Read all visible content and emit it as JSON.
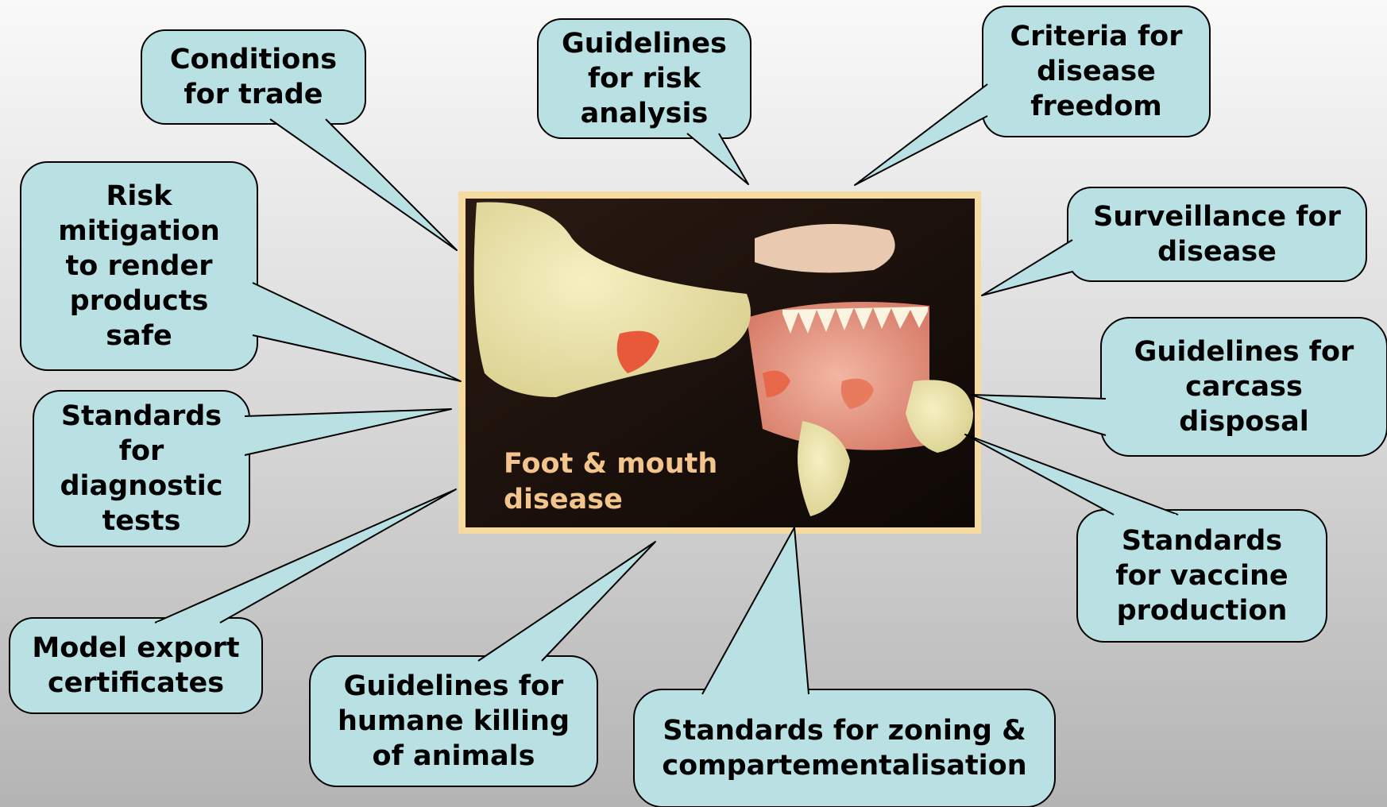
{
  "photo": {
    "caption": "Foot & mouth\ndisease",
    "frame_color": "#f5dba0"
  },
  "callout_fill": "#b9e0e2",
  "callouts": [
    {
      "id": "conditions-for-trade",
      "text": "Conditions\nfor trade"
    },
    {
      "id": "guidelines-risk-analysis",
      "text": "Guidelines\nfor risk\nanalysis"
    },
    {
      "id": "criteria-disease-freedom",
      "text": "Criteria for\ndisease\nfreedom"
    },
    {
      "id": "risk-mitigation",
      "text": "Risk\nmitigation\nto render\nproducts\nsafe"
    },
    {
      "id": "surveillance",
      "text": "Surveillance for\ndisease"
    },
    {
      "id": "carcass-disposal",
      "text": "Guidelines for\ncarcass\ndisposal"
    },
    {
      "id": "diagnostic-tests",
      "text": "Standards\nfor\ndiagnostic\ntests"
    },
    {
      "id": "vaccine-production",
      "text": "Standards\nfor vaccine\nproduction"
    },
    {
      "id": "export-certificates",
      "text": "Model export\ncertificates"
    },
    {
      "id": "humane-killing",
      "text": "Guidelines for\nhumane killing\nof animals"
    },
    {
      "id": "zoning",
      "text": "Standards for zoning &\ncompartementalisation"
    }
  ]
}
